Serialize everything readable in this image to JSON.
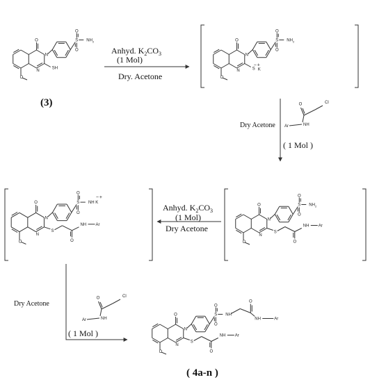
{
  "atoms": {
    "O": "O",
    "S": "S",
    "N": "N",
    "NH2": "NH",
    "sub2": "2",
    "SH": "SH",
    "NH": "NH",
    "Ar": "Ar",
    "Cl": "Cl",
    "Sminus": "S",
    "minus": "−",
    "plus": "+",
    "K": "K",
    "NHK": "NH K"
  },
  "conditions": {
    "anhyd": "Anhyd. K",
    "k2": "2",
    "co3": "CO",
    "co3sub": "3",
    "one_mol_paren": "(1 Mol)",
    "dry_acetone_dot": "Dry. Acetone",
    "dry_acetone": "Dry Acetone",
    "one_mol_spaced": "( 1 Mol )"
  },
  "labels": {
    "compound3": "(3)",
    "product": "( 4a-n )"
  }
}
